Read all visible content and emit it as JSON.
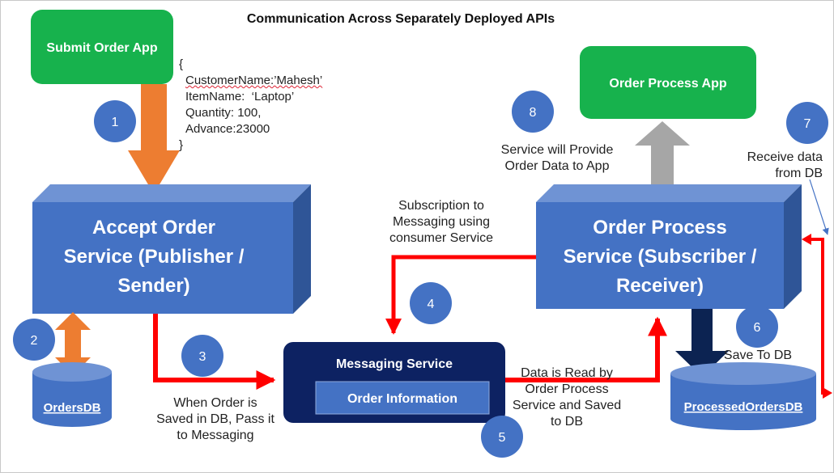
{
  "title": "Communication Across Separately Deployed APIs",
  "apps": {
    "submit_order": "Submit Order App",
    "order_process": "Order Process App"
  },
  "services": {
    "accept_order": [
      "Accept Order",
      "Service (Publisher /",
      "Sender)"
    ],
    "order_process": [
      "Order Process",
      "Service (Subscriber /",
      "Receiver)"
    ],
    "messaging": "Messaging Service",
    "order_information": "Order Information"
  },
  "databases": {
    "orders": "OrdersDB",
    "processed_orders": "ProcessedOrdersDB"
  },
  "payload": {
    "open": "{",
    "lines": [
      "CustomerName:’Mahesh’",
      "ItemName:  ‘Laptop’",
      "Quantity: 100,",
      "Advance:23000"
    ],
    "close": "}"
  },
  "steps": [
    "1",
    "2",
    "3",
    "4",
    "5",
    "6",
    "7",
    "8"
  ],
  "annotations": {
    "pass_to_messaging": [
      "When Order is",
      "Saved in DB, Pass it",
      "to Messaging"
    ],
    "subscription": [
      "Subscription to",
      "Messaging using",
      "consumer Service"
    ],
    "data_read": [
      "Data is Read by",
      "Order Process",
      "Service and Saved",
      "to DB"
    ],
    "save_to_db": "Save To DB",
    "receive_data": [
      "Receive data",
      "from DB"
    ],
    "provide_data": [
      "Service will Provide",
      "Order Data to App"
    ]
  },
  "colors": {
    "green_app": "#17b24d",
    "service_blue": "#4472c4",
    "navy": "#0d2262",
    "circle_blue": "#4472c4",
    "orange": "#ed7d31",
    "red": "#ff0000",
    "gray": "#a6a6a6",
    "dark_navy": "#0c2352"
  }
}
